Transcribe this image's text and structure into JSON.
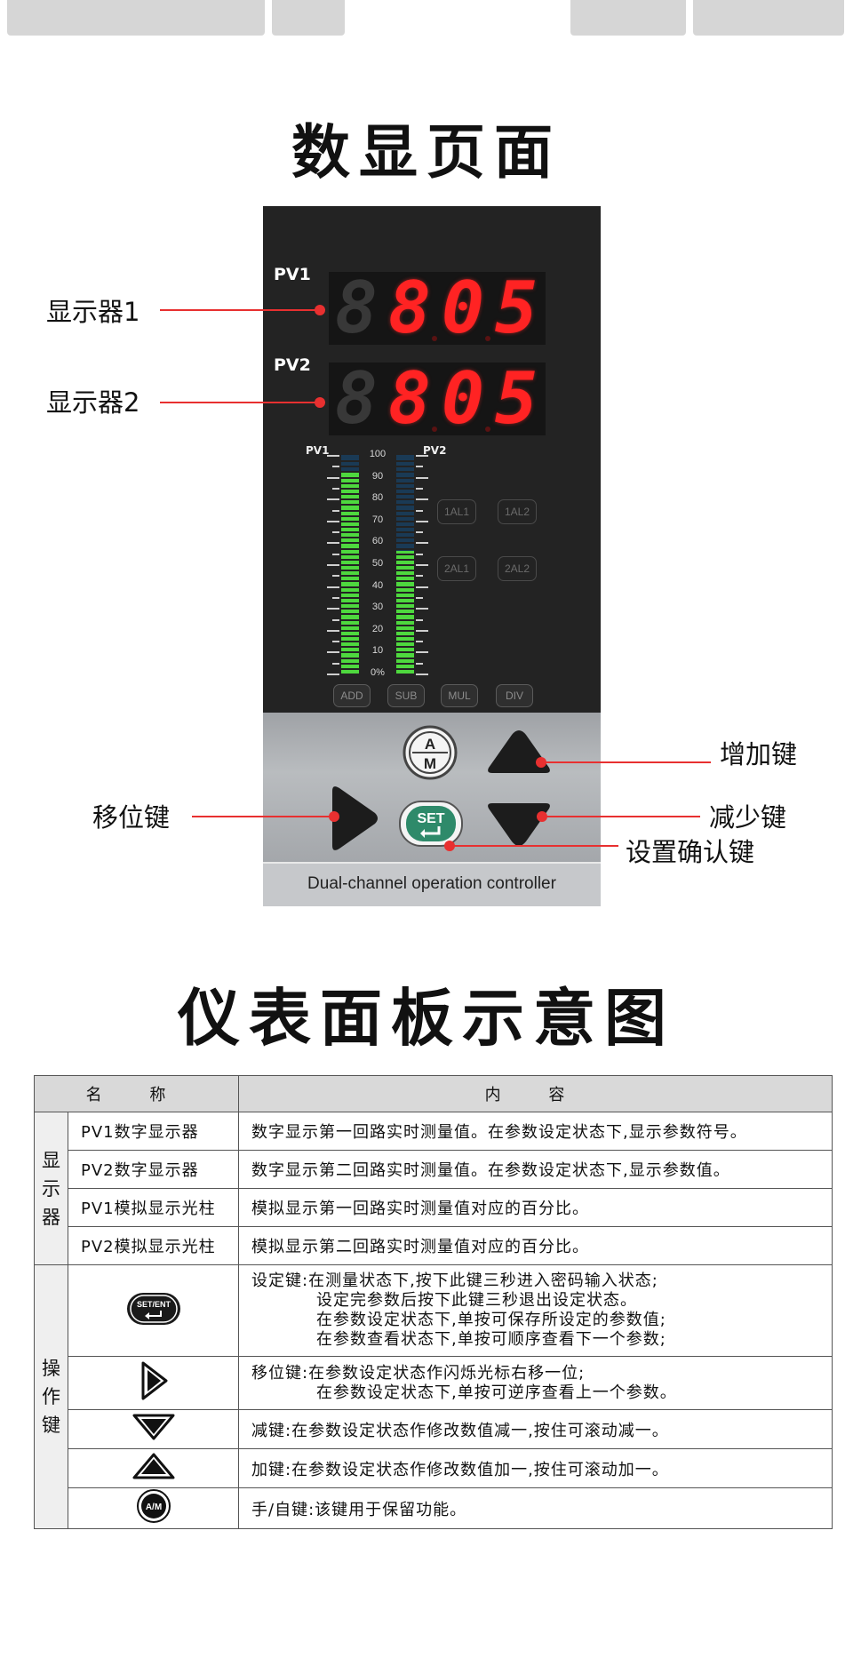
{
  "page_title": "数显页面",
  "section_title": "仪表面板示意图",
  "device": {
    "pv1_label": "PV1",
    "pv2_label": "PV2",
    "pv1_value": "805",
    "pv2_value": "805",
    "bar_pv1_label": "PV1",
    "bar_pv2_label": "PV2",
    "scale_labels": [
      "100",
      "90",
      "80",
      "70",
      "60",
      "50",
      "40",
      "30",
      "20",
      "10",
      "0%"
    ],
    "pv1_bar_level_percent": 92,
    "pv2_bar_level_percent": 56,
    "indicators": [
      "1AL1",
      "1AL2",
      "2AL1",
      "2AL2"
    ],
    "function_buttons": [
      "ADD",
      "SUB",
      "MUL",
      "DIV"
    ],
    "am_key_top": "A",
    "am_key_bottom": "M",
    "set_key_label": "SET",
    "nameplate": "Dual-channel operation controller",
    "colors": {
      "digit_on": "#ff2323",
      "bar_fill": "#4ed83e",
      "callout": "#e83030"
    }
  },
  "callouts": {
    "display1": "显示器1",
    "display2": "显示器2",
    "increase": "增加键",
    "shift": "移位键",
    "decrease": "减少键",
    "set_confirm": "设置确认键"
  },
  "table": {
    "header_name": "名 称",
    "header_content": "内 容",
    "display_group": "显示器",
    "key_group": "操作键",
    "display_rows": [
      {
        "name": "PV1数字显示器",
        "desc": "数字显示第一回路实时测量值。在参数设定状态下,显示参数符号。"
      },
      {
        "name": "PV2数字显示器",
        "desc": "数字显示第二回路实时测量值。在参数设定状态下,显示参数值。"
      },
      {
        "name": "PV1模拟显示光柱",
        "desc": "模拟显示第一回路实时测量值对应的百分比。"
      },
      {
        "name": "PV2模拟显示光柱",
        "desc": "模拟显示第二回路实时测量值对应的百分比。"
      }
    ],
    "key_rows": [
      {
        "icon": "set-ent-key-icon",
        "icon_label": "SET/ENT",
        "lines": [
          "设定键:在测量状态下,按下此键三秒进入密码输入状态;",
          "设定完参数后按下此键三秒退出设定状态。",
          "在参数设定状态下,单按可保存所设定的参数值;",
          "在参数查看状态下,单按可顺序查看下一个参数;"
        ]
      },
      {
        "icon": "shift-right-key-icon",
        "lines": [
          "移位键:在参数设定状态作闪烁光标右移一位;",
          "在参数设定状态下,单按可逆序查看上一个参数。"
        ]
      },
      {
        "icon": "down-key-icon",
        "lines": [
          "减键:在参数设定状态作修改数值减一,按住可滚动减一。"
        ]
      },
      {
        "icon": "up-key-icon",
        "lines": [
          "加键:在参数设定状态作修改数值加一,按住可滚动加一。"
        ]
      },
      {
        "icon": "am-key-icon",
        "icon_label": "A/M",
        "lines": [
          "手/自键:该键用于保留功能。"
        ]
      }
    ]
  }
}
